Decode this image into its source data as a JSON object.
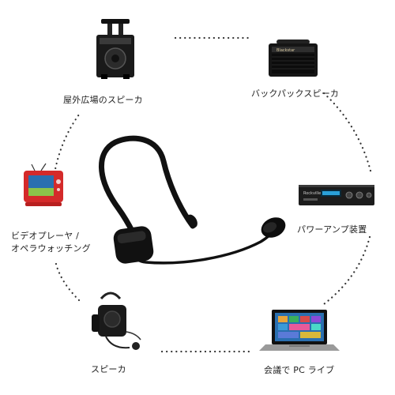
{
  "labels": {
    "outdoor_speaker": "屋外広場のスピーカ",
    "backpack_speaker": "バックパックスピーカ",
    "power_amp": "パワーアンプ装置",
    "video_player_line1": "ビデオプレーヤ /",
    "video_player_line2": "オペラウォッチング",
    "speaker": "スピーカ",
    "pc_live": "会議で PC ライブ"
  },
  "brand_text": {
    "amp_brand": "Rockville",
    "backpack_brand": "Blackstar"
  },
  "icons": [
    "outdoor-trolley-speaker-icon",
    "backpack-amp-speaker-icon",
    "power-amplifier-icon",
    "portable-dvd-player-icon",
    "waist-speaker-icon",
    "laptop-icon",
    "headset-microphone-icon"
  ],
  "colors": {
    "dots": "#333333",
    "device_dark": "#1a1a1a",
    "dvd_red": "#d42a2a",
    "screen_blue": "#2a6fb0"
  }
}
